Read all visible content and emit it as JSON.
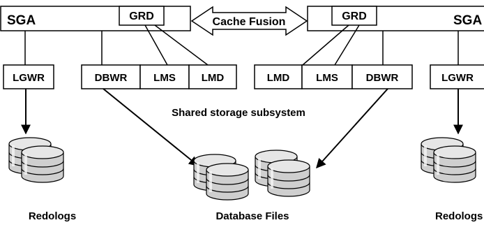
{
  "left_node": {
    "sga": "SGA",
    "grd": "GRD",
    "lgwr": "LGWR",
    "dbwr": "DBWR",
    "lms": "LMS",
    "lmd": "LMD",
    "redo_label": "Redologs"
  },
  "right_node": {
    "sga": "SGA",
    "grd": "GRD",
    "lgwr": "LGWR",
    "dbwr": "DBWR",
    "lms": "LMS",
    "lmd": "LMD",
    "redo_label": "Redologs"
  },
  "interconnect": {
    "label": "Cache Fusion"
  },
  "shared_storage": {
    "label": "Shared storage subsystem"
  },
  "datafiles": {
    "label": "Database Files"
  },
  "icons": [
    "disk-stack-icon",
    "double-arrow-icon",
    "arrow-icon"
  ]
}
